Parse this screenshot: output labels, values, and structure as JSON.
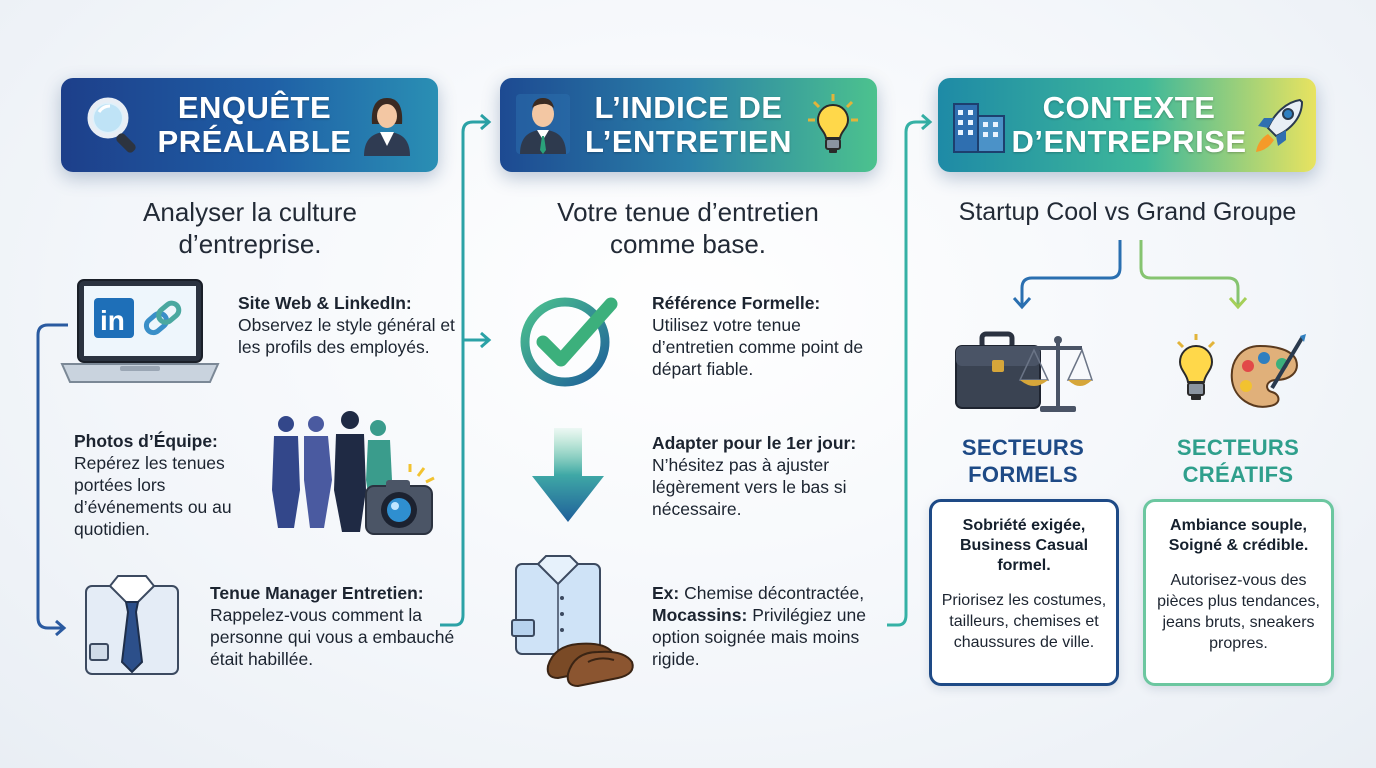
{
  "columns": [
    {
      "title": "ENQUÊTE PRÉALABLE",
      "subtitle": "Analyser la culture d’entreprise.",
      "items": [
        {
          "heading": "Site Web & LinkedIn:",
          "text": "Observez le style général et les profils des employés."
        },
        {
          "heading": "Photos d’Équipe:",
          "text": "Repérez les tenues portées lors d’événements ou au quotidien."
        },
        {
          "heading": "Tenue Manager Entretien:",
          "text": "Rappelez-vous comment la personne qui vous a embauché était habillée."
        }
      ]
    },
    {
      "title": "L’INDICE DE L’ENTRETIEN",
      "subtitle": "Votre tenue d’entretien comme base.",
      "items": [
        {
          "heading": "Référence Formelle:",
          "text": "Utilisez votre tenue d’entretien comme point de départ fiable."
        },
        {
          "heading": "Adapter pour le 1er jour:",
          "text": "N’hésitez pas à ajuster légèrement vers le bas si nécessaire."
        },
        {
          "heading": "Ex:",
          "text_a": "Chemise décontractée,",
          "heading_b": "Mocassins:",
          "text_b": "Privilégiez une option soignée mais moins rigide."
        }
      ]
    },
    {
      "title": "CONTEXTE D’ENTREPRISE",
      "subtitle": "Startup Cool vs Grand Groupe",
      "sectors": [
        {
          "title": "SECTEURS FORMELS",
          "color": "#1e4a86",
          "card_heading": "Sobriété exigée, Business Casual formel.",
          "card_text": "Priorisez les costumes, tailleurs, chemises et chaussures de ville."
        },
        {
          "title": "SECTEURS CRÉATIFS",
          "color": "#2f9f8c",
          "card_heading": "Ambiance souple, Soigné & crédible.",
          "card_text": "Autorisez-vous des pièces plus tendances, jeans bruts, sneakers propres."
        }
      ]
    }
  ],
  "icons": [
    "magnifier-icon",
    "businesswoman-icon",
    "businessman-icon",
    "lightbulb-icon",
    "buildings-icon",
    "rocket-icon",
    "laptop-linkedin-icon",
    "team-photo-icon",
    "shirt-tie-icon",
    "checkmark-icon",
    "down-arrow-icon",
    "casual-shirt-loafers-icon",
    "briefcase-scales-icon",
    "lightbulb-palette-icon"
  ],
  "colors": {
    "navy": "#1e4a86",
    "teal": "#2f9f8c",
    "connector": "#3aa0b8"
  }
}
